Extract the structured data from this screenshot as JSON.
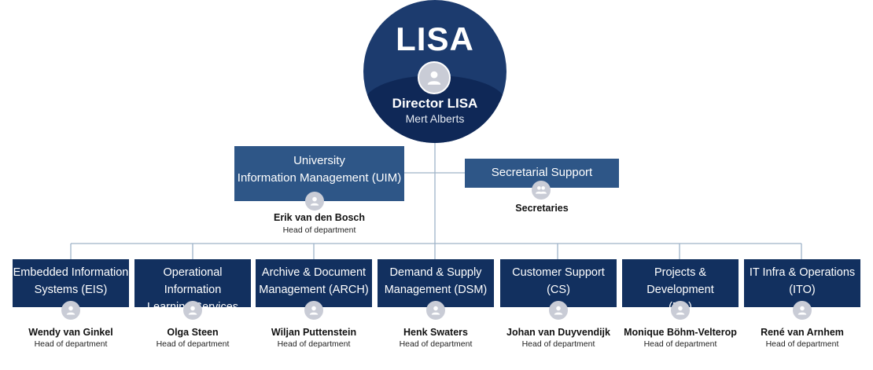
{
  "top": {
    "org": "LISA",
    "title": "Director LISA",
    "name": "Mert Alberts"
  },
  "staff_units": [
    {
      "name": "University Information Management (UIM)",
      "line1": "University",
      "line2": "Information Management (UIM)",
      "person": "Erik van den Bosch",
      "role": "Head of department"
    },
    {
      "name": "Secretarial Support",
      "person": "Secretaries"
    }
  ],
  "departments": [
    {
      "line1": "Embedded Information",
      "line2": "Systems (EIS)",
      "person": "Wendy van Ginkel",
      "role": "Head of department"
    },
    {
      "line1": "Operational Information",
      "line2": "Learning Services (OILS)",
      "person": "Olga Steen",
      "role": "Head of department"
    },
    {
      "line1": "Archive & Document",
      "line2": "Management (ARCH)",
      "person": "Wiljan Puttenstein",
      "role": "Head of department"
    },
    {
      "line1": "Demand & Supply",
      "line2": "Management (DSM)",
      "person": "Henk Swaters",
      "role": "Head of department"
    },
    {
      "line1": "Customer Support (CS)",
      "line2": "",
      "person": "Johan van Duyvendijk",
      "role": "Head of department"
    },
    {
      "line1": "Projects & Development",
      "line2": "(PD)",
      "person": "Monique Böhm-Velterop",
      "role": "Head of department"
    },
    {
      "line1": "IT Infra & Operations",
      "line2": "(ITO)",
      "person": "René van Arnhem",
      "role": "Head of department"
    }
  ],
  "colors": {
    "circle_top": "#1c3b6e",
    "circle_bottom": "#0f2857",
    "staff_box": "#2e5687",
    "department_box": "#12305f",
    "connector": "#9fb3c8",
    "avatar": "#c9ccd6"
  },
  "icons": [
    "person-icon",
    "group-icon"
  ]
}
